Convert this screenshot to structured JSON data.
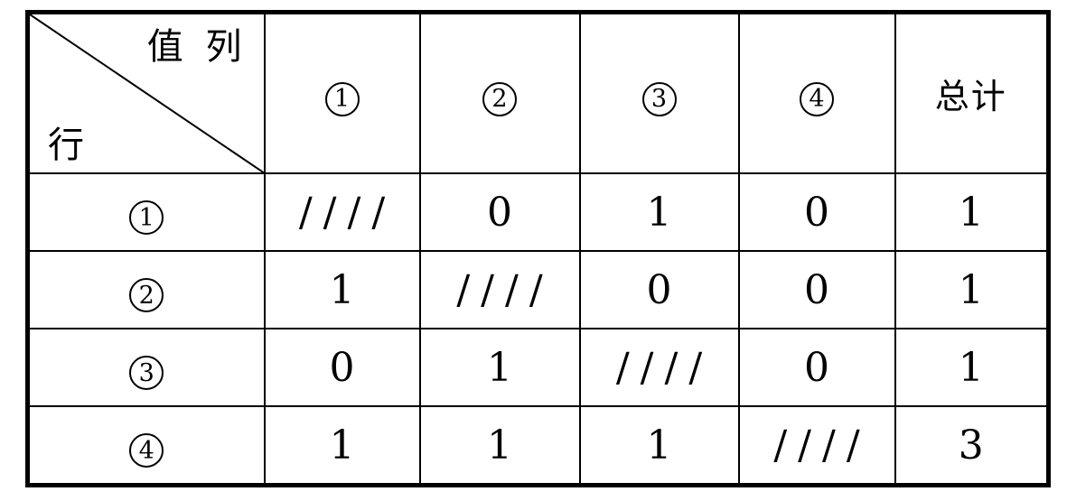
{
  "colors": {
    "background": "#ffffff",
    "border": "#000000",
    "text": "#000000"
  },
  "table": {
    "corner": {
      "top_right_label": "值 列",
      "bottom_left_label": "行"
    },
    "columns": [
      {
        "glyph": "①",
        "digit": "1",
        "circled": true
      },
      {
        "glyph": "②",
        "digit": "2",
        "circled": true
      },
      {
        "glyph": "③",
        "digit": "3",
        "circled": true
      },
      {
        "glyph": "④",
        "digit": "4",
        "circled": true
      },
      {
        "glyph": "总计",
        "digit": "总计",
        "circled": false
      }
    ],
    "rows": [
      {
        "glyph": "①",
        "digit": "1",
        "cells": [
          "////",
          "0",
          "1",
          "0",
          "1"
        ]
      },
      {
        "glyph": "②",
        "digit": "2",
        "cells": [
          "1",
          "////",
          "0",
          "0",
          "1"
        ]
      },
      {
        "glyph": "③",
        "digit": "3",
        "cells": [
          "0",
          "1",
          "////",
          "0",
          "1"
        ]
      },
      {
        "glyph": "④",
        "digit": "4",
        "cells": [
          "1",
          "1",
          "1",
          "////",
          "3"
        ]
      }
    ]
  }
}
